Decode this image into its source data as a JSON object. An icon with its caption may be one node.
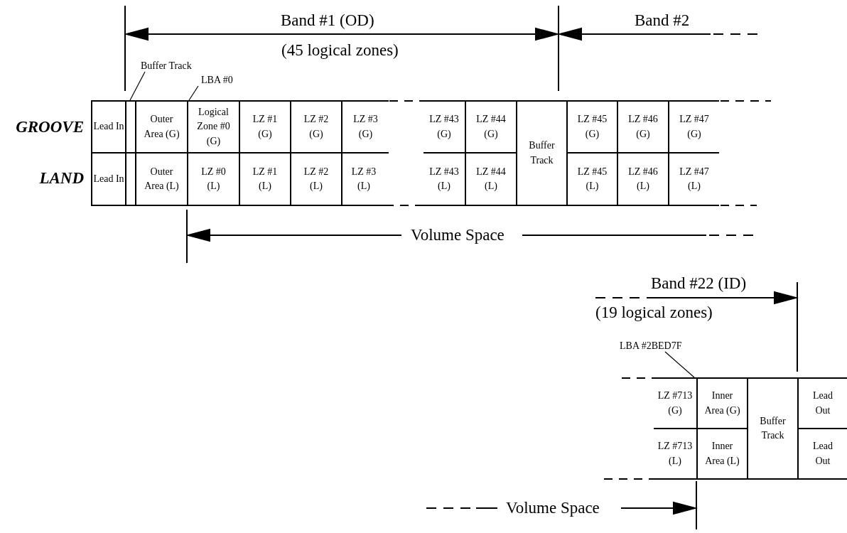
{
  "diagram": {
    "nodes": [
      {
        "text": [
          "Buffer Track"
        ]
      },
      {
        "text": [
          "LBA #0"
        ]
      },
      {
        "text": [
          "Lead In"
        ]
      },
      {
        "text": [],
        "shape": "box"
      },
      {
        "text": [
          "Outer Area (G)"
        ]
      },
      {
        "text": [
          "Logical Zone #0 (G)"
        ]
      },
      {
        "text": [
          "LZ #1 (G)"
        ]
      },
      {
        "text": [
          "LZ #2 (G)"
        ]
      },
      {
        "text": [
          "LZ #3 (G)"
        ]
      },
      {
        "text": [
          "LZ #43 (G)"
        ]
      },
      {
        "text": [
          "LZ #44 (G)"
        ]
      },
      {
        "text": [
          "Buffer Track"
        ]
      },
      {
        "text": [
          "LZ #45 (G)"
        ]
      },
      {
        "text": [
          "LZ #46 (G)"
        ]
      },
      {
        "text": [
          "LZ #47 (G)"
        ]
      },
      {
        "text": [
          "Lead In"
        ]
      },
      {
        "text": [],
        "shape": "box"
      },
      {
        "text": [
          "Outer Area (L)"
        ]
      },
      {
        "text": [
          "LZ #0 (L)"
        ]
      },
      {
        "text": [
          "LZ #1 (L)"
        ]
      },
      {
        "text": [
          "LZ #2 (L)"
        ]
      },
      {
        "text": [
          "LZ #3 (L)"
        ]
      },
      {
        "text": [
          "LZ #43 (L)"
        ]
      },
      {
        "text": [
          "LZ #44 (L)"
        ]
      },
      {
        "text": [
          "LZ #45 (L)"
        ]
      },
      {
        "text": [
          "LZ #46 (L)"
        ]
      },
      {
        "text": [
          "LZ #47 (L)"
        ]
      },
      {
        "text": [
          "LBA #2BED7F"
        ]
      },
      {
        "text": [
          "LZ #713 (G)"
        ]
      },
      {
        "text": [
          "Inner Area (G)"
        ]
      },
      {
        "text": [
          "Buffer Track"
        ]
      },
      {
        "text": [
          "Lead Out"
        ]
      },
      {
        "text": [
          "LZ #713 (L)"
        ]
      },
      {
        "text": [
          "Inner Area (L)"
        ]
      },
      {
        "text": [
          "Lead Out"
        ]
      }
    ],
    "edges": [
      {
        "from": 0,
        "to": 3,
        "arrow": "none"
      },
      {
        "from": 1,
        "to": 5,
        "arrow": "none"
      },
      {
        "from": 27,
        "to": 28,
        "arrow": "none"
      }
    ],
    "labels": [
      "Band #1 (OD)",
      "Band #2",
      "(45 logical zones)",
      "GROOVE",
      "LAND",
      "Volume Space",
      "Band #22 (ID)",
      "(19 logical zones)",
      "Volume Space"
    ]
  }
}
